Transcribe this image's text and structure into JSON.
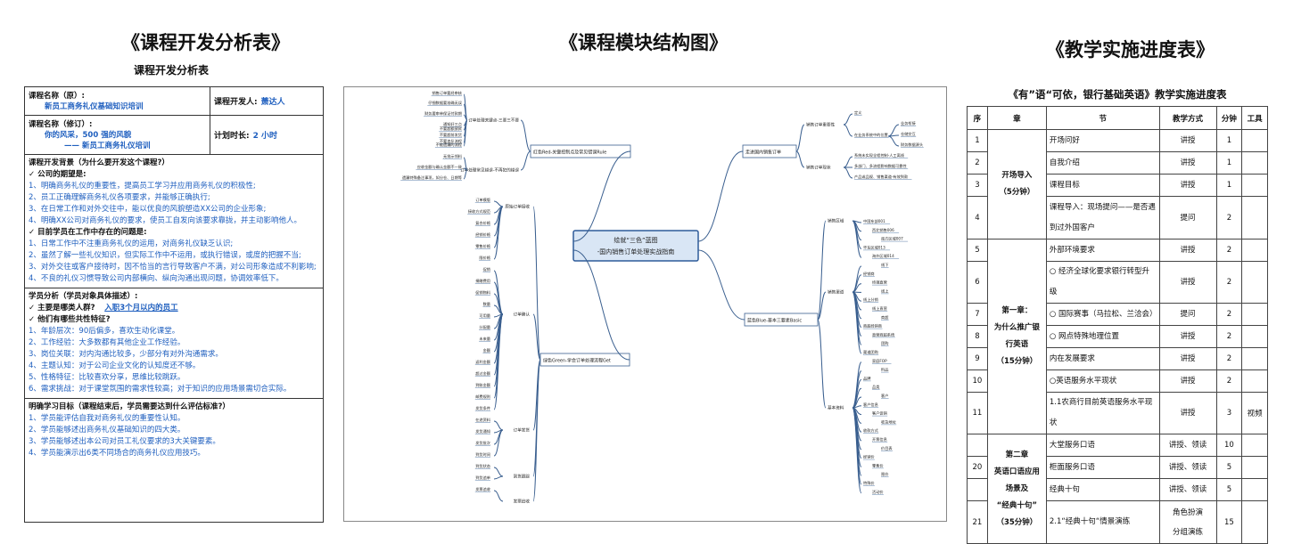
{
  "headings": {
    "analysis": "《课程开发分析表》",
    "structure": "《课程模块结构图》",
    "schedule": "《教学实施进度表》"
  },
  "analysis": {
    "subtitle": "课程开发分析表",
    "course_name_original_label": "课程名称（原）:",
    "course_name_original": "新员工商务礼仪基础知识培训",
    "developer_label": "课程开发人:",
    "developer": "萧达人",
    "course_name_revised_label": "课程名称（修订）:",
    "course_name_revised_1": "你的风采，500 强的风貌",
    "course_name_revised_2": "—— 新员工商务礼仪培训",
    "duration_label": "计划时长:",
    "duration": "2 小时",
    "background_title": "课程开发背景（为什么要开发这个课程?）",
    "expectation_title": "✓ 公司的期望是:",
    "expectations": [
      "1、明确商务礼仪的重要性，提高员工学习并应用商务礼仪的积极性;",
      "2、员工正确理解商务礼仪各项要求，并能够正确执行;",
      "3、在日常工作和对外交往中，能以优良的风貌塑造XX公司的企业形象;",
      "4、明确XX公司对商务礼仪的要求，使员工自发向该要求靠拢，并主动影响他人。"
    ],
    "problems_title": "✓ 目前学员在工作中存在的问题是:",
    "problems": [
      "1、日常工作中不注重商务礼仪的运用，对商务礼仪缺乏认识;",
      "2、虽然了解一些礼仪知识，但实际工作中不运用，或执行错误，或度的把握不当;",
      "3、对外交往或客户接待时，因不恰当的言行导致客户不满，对公司形象造成不利影响;",
      "4、不良的礼仪习惯导致公司内部横向、纵向沟通出现问题，协调效率低下。"
    ],
    "learner_title": "学员分析（学员对象具体描述）:",
    "learner_who_label": "✓ 主要是哪类人群?",
    "learner_who": "入职3个月以内的员工",
    "learner_traits_title": "✓ 他们有哪些共性特征?",
    "learner_traits": [
      "1、年龄层次：90后偏多，喜欢生动化课堂。",
      "2、工作经验：大多数都有其他企业工作经验。",
      "3、岗位关联：对内沟通比较多，少部分有对外沟通需求。",
      "4、主题认知：对于公司企业文化的认知度还不够。",
      "5、性格特征：比较喜欢分享，思维比较跳跃。",
      "6、需求挑战：对于课堂氛围的需求性较高；对于知识的应用场景需切合实际。"
    ],
    "goals_title": "明确学习目标（课程结束后，学员需要达到什么评估标准?）",
    "goals": [
      "1、学员能评估自我对商务礼仪的重要性认知。",
      "2、学员能够述出商务礼仪基础知识的四大类。",
      "3、学员能够述出本公司对员工礼仪要求的3大关键要素。",
      "4、学员能演示出6类不同场合的商务礼仪应用技巧。"
    ]
  },
  "mindmap": {
    "center": "绘就“三色”蓝图\n-国内销售订单处理实战指南",
    "branches": {
      "red": "红色Red-关键控制点及常见错误Rule",
      "green": "绿色Green-学会订单处理流程Get",
      "white": "走进国内销售订单",
      "blue": "蓝色Blue-基本三要素Basic"
    },
    "red_leaves": [
      "订单处理关键点-三要三不要",
      "订单处理常见错误-不再犯的错误"
    ],
    "red_sub": [
      "销售订单要经审核",
      "仔细数据要准确无误",
      "财务要审单保证付款期",
      "通知好三点",
      "不要超额放款",
      "不要超前发货",
      "不要违反流程",
      "不能遗漏的流程",
      "无批示领料",
      "应收金额与确认金额不一致",
      "遗漏特殊备注事项，如分仓、日期等"
    ],
    "white_sub": [
      "销售订单重要性",
      "销售订单现状",
      "定义",
      "在业务系统中的位置",
      "业务衔接",
      "仓储交互",
      "财务数据源头",
      "系统未实现全程控制-人工离线",
      "多部门、多流程影响数据可靠性",
      "产品或品规、销售渠道-有效到款"
    ],
    "green_sub": [
      "原始订单接收",
      "订单确认",
      "订单发货",
      "到货跟踪",
      "发票追收"
    ],
    "green_leaves": [
      "订单模版",
      "接收方式规范",
      "复合价格",
      "经销价格",
      "零售价格",
      "限价格",
      "促销",
      "捐赠费用",
      "促销物料",
      "数量",
      "可用量",
      "分配量",
      "未来量",
      "金额",
      "返利金额",
      "超过金额",
      "到账金额",
      "邮费规则",
      "发货条件",
      "在途资料",
      "发货通知",
      "发货批次",
      "到货时间",
      "到货状态",
      "到货追单",
      "发票追收"
    ],
    "blue_sub": [
      "销售区域",
      "销售渠道",
      "基本资料"
    ],
    "blue_leaves": [
      "中国东部001",
      "西北销售006",
      "南方区域007",
      "华东区域013",
      "海外区域014",
      "线下",
      "经销商",
      "终端直营",
      "线上",
      "线上分销",
      "线上直营",
      "商超",
      "商超经销商",
      "直营商超系统",
      "团购",
      "渠道团购",
      "家庭FOP",
      "料品",
      "品牌",
      "品类",
      "客户",
      "客户信息",
      "客户促销",
      "收货地址",
      "收款方式",
      "开票信息",
      "价目表",
      "经销价",
      "零售价",
      "限价",
      "特殊价",
      "活动价"
    ]
  },
  "schedule": {
    "caption": "《有”语“可依，银行基础英语》教学实施进度表",
    "headers": [
      "序",
      "章",
      "节",
      "教学方式",
      "分钟",
      "工具"
    ],
    "chapter_labels": {
      "c1": [
        "开场导入",
        "（5分钟）"
      ],
      "c2": [
        "第一章：",
        "为什么推广银",
        "行英语",
        "（15分钟）"
      ],
      "c3": [
        "第二章",
        "英语口语应用",
        "场景及",
        "“经典十句”",
        "（35分钟）"
      ]
    },
    "rows": [
      {
        "no": "1",
        "section": "开场问好",
        "method": "讲授",
        "minutes": "1",
        "tool": ""
      },
      {
        "no": "2",
        "section": "自我介绍",
        "method": "讲授",
        "minutes": "1",
        "tool": ""
      },
      {
        "no": "3",
        "section": "课程目标",
        "method": "讲授",
        "minutes": "1",
        "tool": ""
      },
      {
        "no": "4",
        "section": "课程导入：现场提问——是否遇到过外国客户",
        "method": "提问",
        "minutes": "2",
        "tool": ""
      },
      {
        "no": "5",
        "section": "外部环境要求",
        "method": "讲授",
        "minutes": "2",
        "tool": ""
      },
      {
        "no": "6",
        "section": "○ 经济全球化要求银行转型升级",
        "method": "讲授",
        "minutes": "2",
        "tool": ""
      },
      {
        "no": "7",
        "section": "○ 国际赛事（马拉松、兰洽会）",
        "method": "提问",
        "minutes": "2",
        "tool": ""
      },
      {
        "no": "8",
        "section": "○ 网点特殊地理位置",
        "method": "讲授",
        "minutes": "2",
        "tool": ""
      },
      {
        "no": "9",
        "section": "内在发展要求",
        "method": "讲授",
        "minutes": "2",
        "tool": ""
      },
      {
        "no": "10",
        "section": "○英语服务水平现状",
        "method": "讲授",
        "minutes": "2",
        "tool": ""
      },
      {
        "no": "11",
        "section": "1.1农商行目前英语服务水平现状",
        "method": "讲授",
        "minutes": "3",
        "tool": "视频"
      },
      {
        "no": "",
        "section": "大堂服务口语",
        "method": "讲授、领读",
        "minutes": "10",
        "tool": ""
      },
      {
        "no": "20",
        "section": "柜面服务口语",
        "method": "讲授、领读",
        "minutes": "5",
        "tool": ""
      },
      {
        "no": "",
        "section": "经典十句",
        "method": "讲授、领读",
        "minutes": "5",
        "tool": ""
      },
      {
        "no": "21",
        "section": "2.1“经典十句“情景演练",
        "method": "角色扮演\n分组演练",
        "minutes": "15",
        "tool": ""
      }
    ]
  }
}
